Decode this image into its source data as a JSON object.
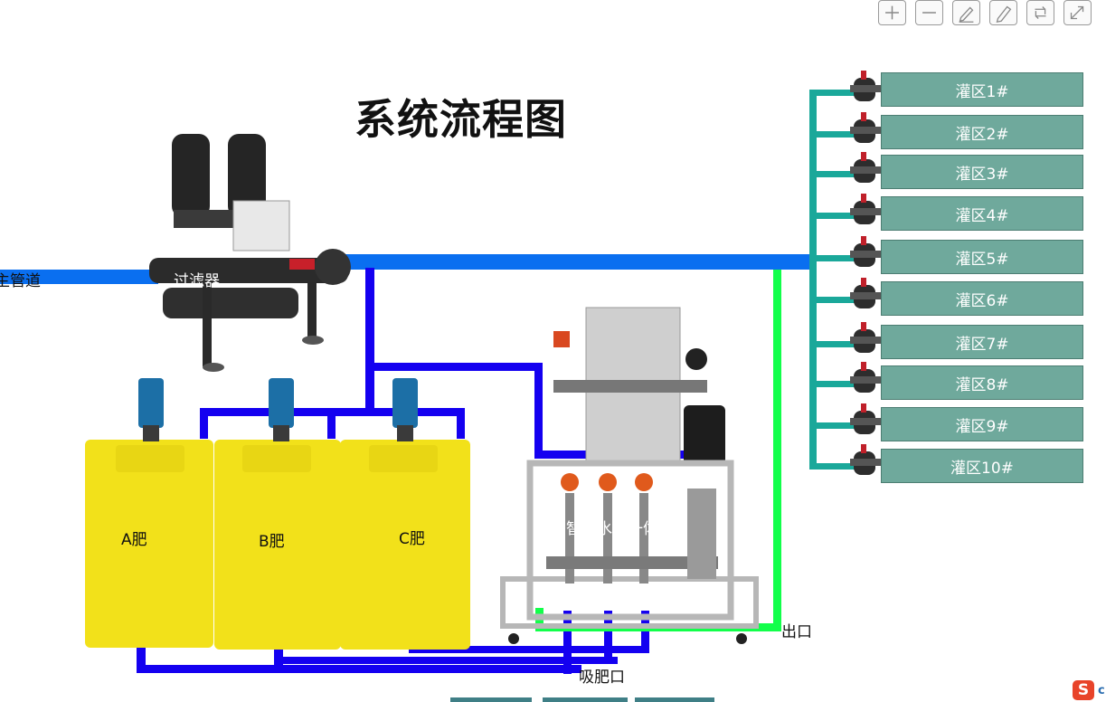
{
  "title": "系统流程图",
  "labels": {
    "main_pipe": "主管道",
    "filter": "过滤器",
    "tank_a": "A肥",
    "tank_b": "B肥",
    "tank_c": "C肥",
    "machine": "智能水肥一体机",
    "outlet": "出口",
    "suction": "吸肥口"
  },
  "zones": [
    "灌区1#",
    "灌区2#",
    "灌区3#",
    "灌区4#",
    "灌区5#",
    "灌区6#",
    "灌区7#",
    "灌区8#",
    "灌区9#",
    "灌区10#"
  ],
  "toolbar": {
    "buttons": [
      {
        "name": "zoom-in-button",
        "icon": "plus-icon"
      },
      {
        "name": "zoom-out-button",
        "icon": "minus-icon"
      },
      {
        "name": "edit-button",
        "icon": "edit-icon"
      },
      {
        "name": "pencil-button",
        "icon": "pencil-icon"
      },
      {
        "name": "refresh-button",
        "icon": "rotate-icon"
      },
      {
        "name": "fullscreen-button",
        "icon": "expand-icon"
      }
    ]
  },
  "corner_badge": "S",
  "corner_badge_suffix": "c",
  "colors": {
    "main_pipe": "#0a6ff0",
    "suction_pipe": "#1400f0",
    "return_pipe": "#12ff4a",
    "branch_pipe": "#1aa89a",
    "zone_fill": "#6fa99c",
    "tank_yellow": "#f2e11a"
  }
}
